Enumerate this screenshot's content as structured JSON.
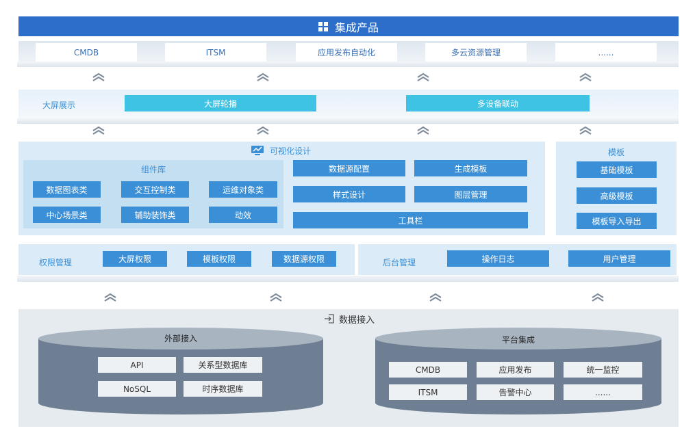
{
  "title": "集成产品",
  "products": [
    "CMDB",
    "ITSM",
    "应用发布自动化",
    "多云资源管理",
    "......"
  ],
  "display": {
    "label": "大屏展示",
    "items": [
      "大屏轮播",
      "多设备联动"
    ]
  },
  "visual": {
    "title": "可视化设计",
    "components": {
      "title": "组件库",
      "items": [
        "数据图表类",
        "交互控制类",
        "运维对象类",
        "中心场景类",
        "辅助装饰类",
        "动效"
      ]
    },
    "tools": [
      "数据源配置",
      "生成模板",
      "样式设计",
      "图层管理",
      "工具栏"
    ]
  },
  "template": {
    "title": "模板",
    "items": [
      "基础模板",
      "高级模板",
      "模板导入导出"
    ]
  },
  "permission": {
    "label": "权限管理",
    "items": [
      "大屏权限",
      "模板权限",
      "数据源权限"
    ]
  },
  "backend": {
    "label": "后台管理",
    "items": [
      "操作日志",
      "用户管理"
    ]
  },
  "data_access": {
    "title": "数据接入",
    "external": {
      "title": "外部接入",
      "items": [
        "API",
        "关系型数据库",
        "NoSQL",
        "时序数据库"
      ]
    },
    "platform": {
      "title": "平台集成",
      "items": [
        "CMDB",
        "应用发布",
        "统一监控",
        "ITSM",
        "告警中心",
        "......"
      ]
    }
  },
  "colors": {
    "header": "#2c6ec9",
    "accent_blue": "#3a8fd6",
    "accent_cyan": "#3fc3e4",
    "panel_light": "#dbecf8",
    "panel_mid": "#c5dff2",
    "cylinder": "#6f7f93",
    "base_grey": "#e6ebf0"
  }
}
